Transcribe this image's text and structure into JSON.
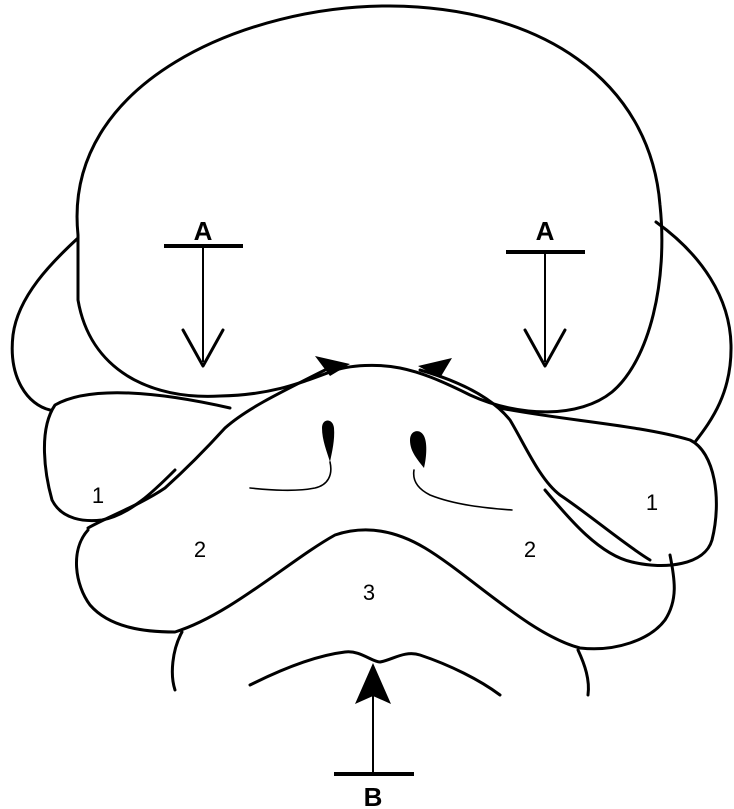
{
  "labels": {
    "arrow_a_left": "A",
    "arrow_a_right": "A",
    "arrow_b": "B",
    "region_1_left": "1",
    "region_1_right": "1",
    "region_2_left": "2",
    "region_2_right": "2",
    "region_3": "3"
  }
}
